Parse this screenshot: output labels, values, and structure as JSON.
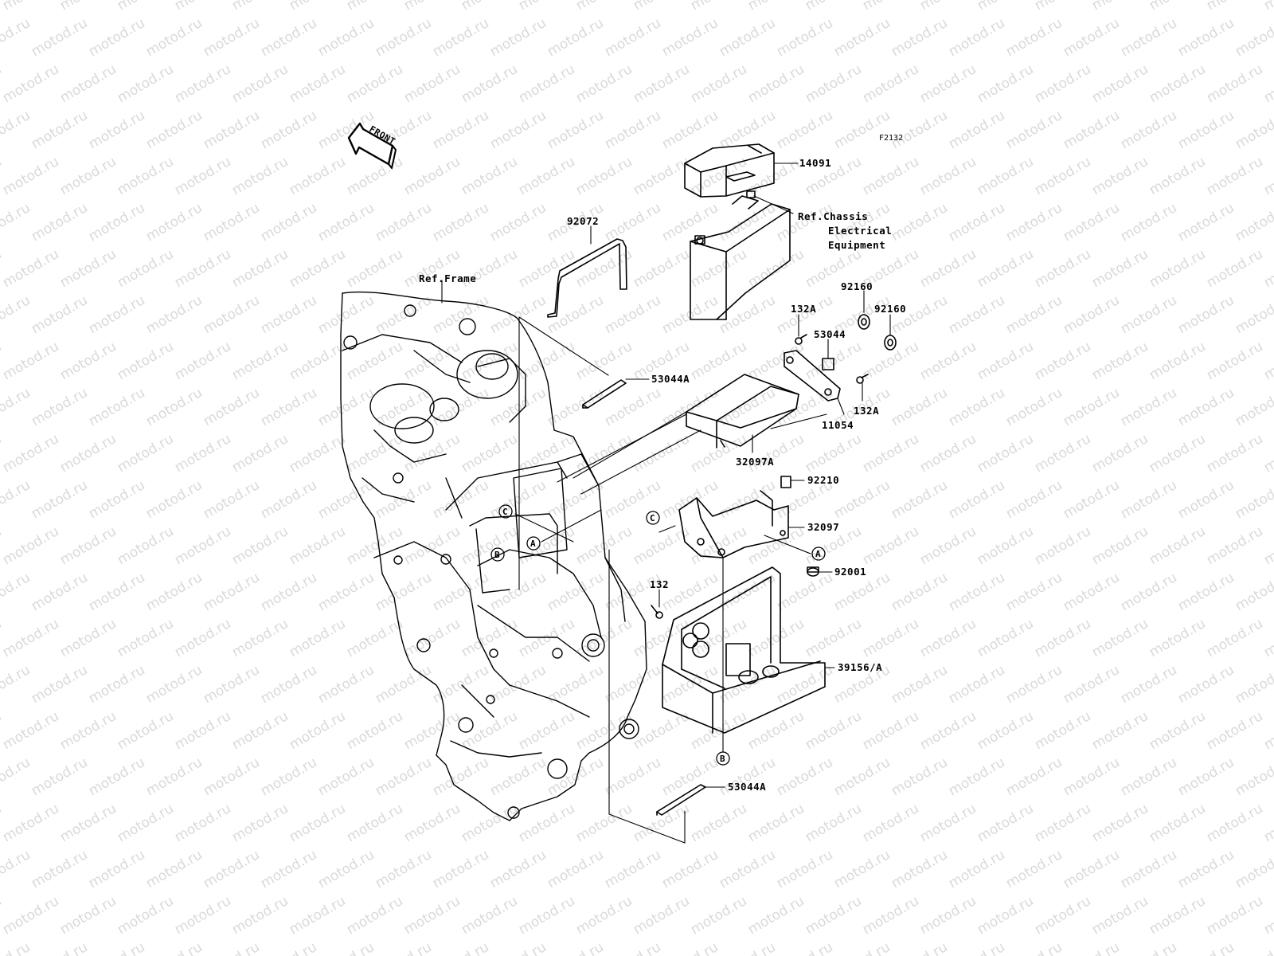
{
  "diagram": {
    "code": "F2132",
    "front_label": "FRONT",
    "watermark_text": "motod.ru",
    "parts": {
      "p14091": "14091",
      "ref_chassis_1": "Ref.Chassis",
      "ref_chassis_2": "Electrical",
      "ref_chassis_3": "Equipment",
      "p92072": "92072",
      "ref_frame": "Ref.Frame",
      "p92160a": "92160",
      "p92160b": "92160",
      "p132a_top": "132A",
      "p53044": "53044",
      "p53044a_top": "53044A",
      "p132a_right": "132A",
      "p11054": "11054",
      "p32097a": "32097A",
      "p92210": "92210",
      "p32097": "32097",
      "p92001": "92001",
      "p132": "132",
      "p39156": "39156/A",
      "p53044a_bottom": "53044A"
    },
    "ref_markers": {
      "a": "A",
      "b": "B",
      "c": "C"
    }
  }
}
